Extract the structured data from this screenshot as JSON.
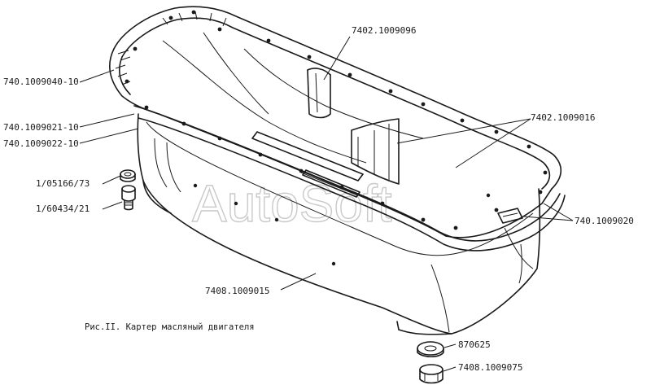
{
  "labels": {
    "gasket_top": "740.1009040-10",
    "gasket_mid": "740.1009021-10",
    "gasket_low": "740.1009022-10",
    "washer": "1/05166/73",
    "bolt": "1/60434/21",
    "baffle_rear": "7402.1009096",
    "baffle_front": "7402.1009016",
    "bracket": "740.1009020",
    "pan": "7408.1009015",
    "drain_washer": "870625",
    "drain_plug": "7408.1009075"
  },
  "caption": "Рис.II. Картер масляный двигателя",
  "watermark": "AutoSoft"
}
